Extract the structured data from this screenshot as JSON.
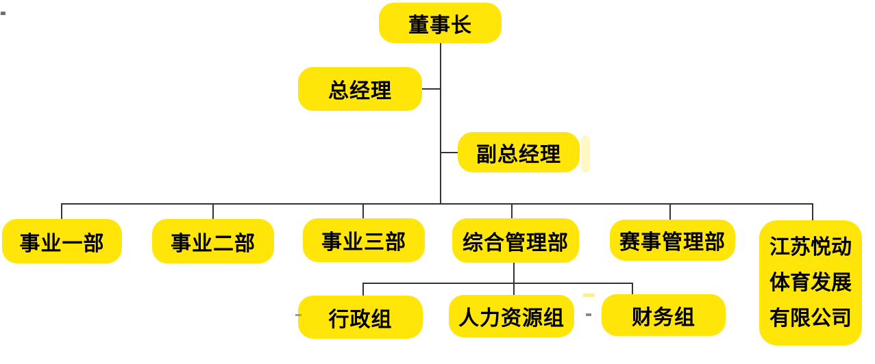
{
  "org_chart": {
    "background": "#ffffff",
    "colors": {
      "node_fill": "#ffe608",
      "node_text": "#000000",
      "connector": "#333333"
    },
    "nodes": {
      "chairman": {
        "label": "董事长"
      },
      "general_manager": {
        "label": "总经理"
      },
      "deputy_general_manager": {
        "label": "副总经理"
      },
      "division_one": {
        "label": "事业一部"
      },
      "division_two": {
        "label": "事业二部"
      },
      "division_three": {
        "label": "事业三部"
      },
      "general_management_dept": {
        "label": "综合管理部"
      },
      "event_management_dept": {
        "label": "赛事管理部"
      },
      "company": {
        "label": "江苏悦动体育发展有限公司"
      },
      "admin_group": {
        "label": "行政组"
      },
      "hr_group": {
        "label": "人力资源组"
      },
      "finance_group": {
        "label": "财务组"
      }
    }
  }
}
